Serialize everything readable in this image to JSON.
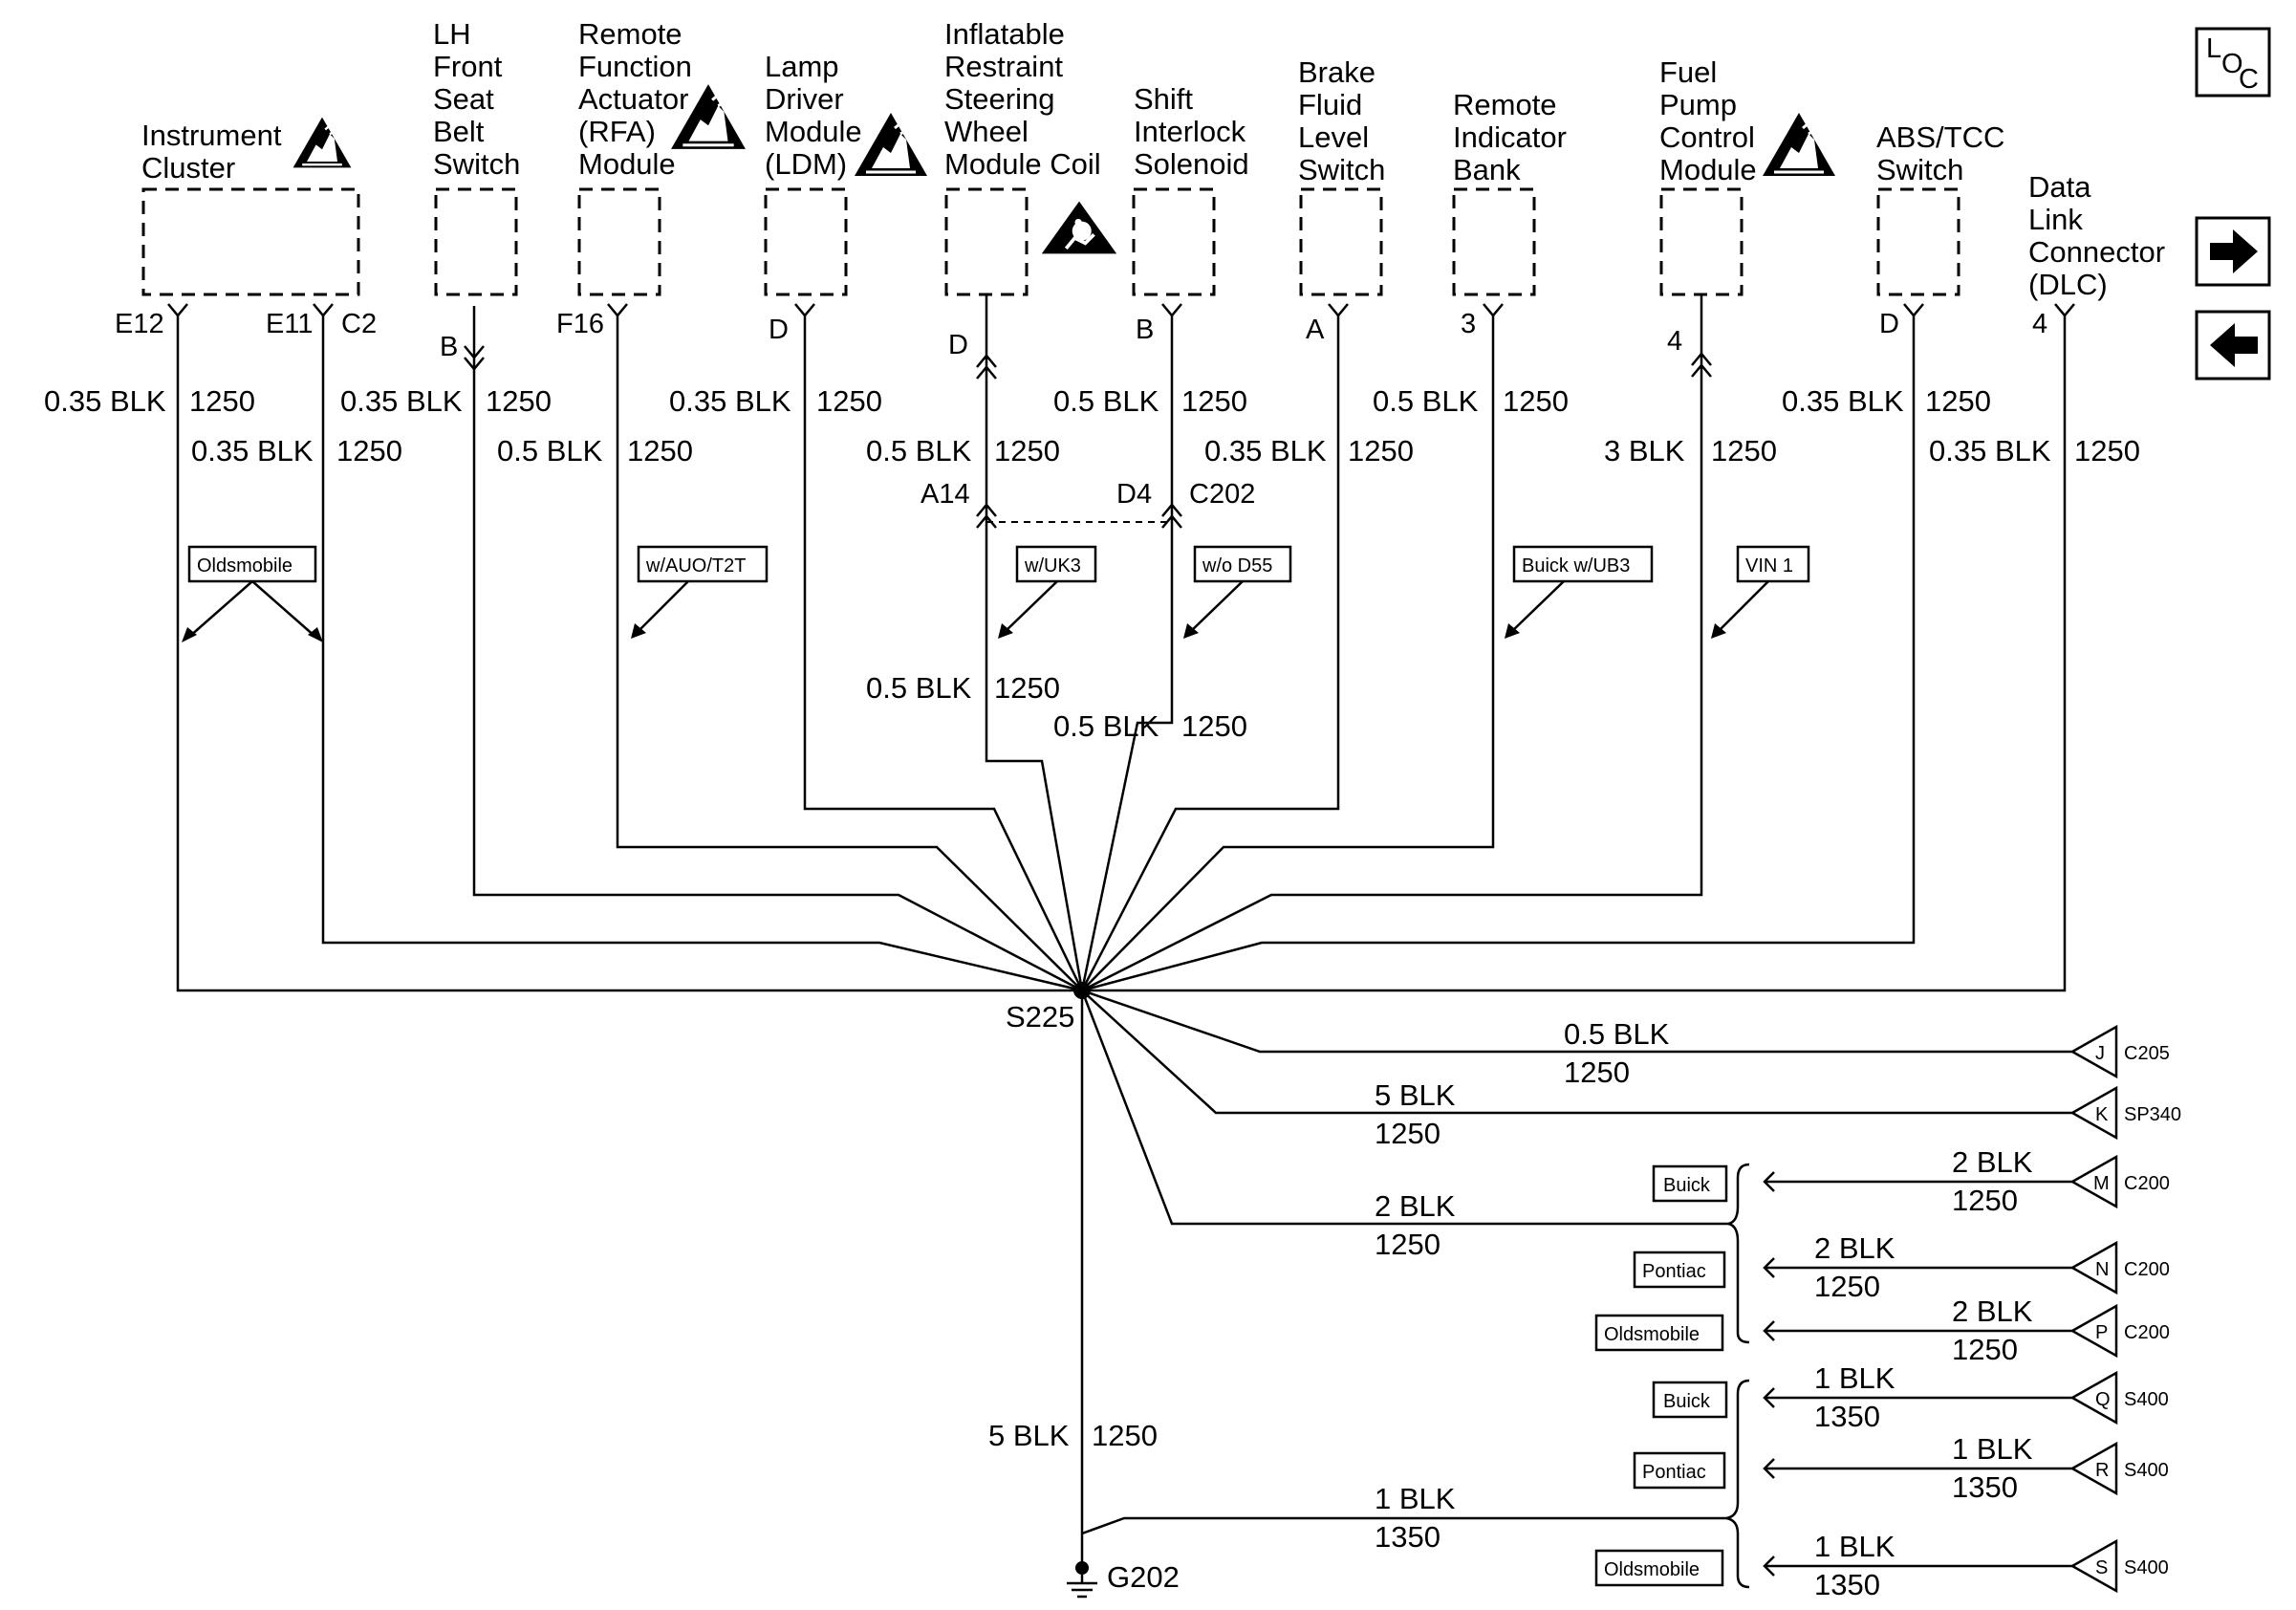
{
  "loc_button": {
    "l": "L",
    "o": "O",
    "c": "C"
  },
  "nav": {
    "forward": "forward-arrow-icon",
    "back": "back-arrow-icon"
  },
  "components": {
    "instrument_cluster": [
      "Instrument",
      "Cluster"
    ],
    "lh_seat_belt": [
      "LH",
      "Front",
      "Seat",
      "Belt",
      "Switch"
    ],
    "rfa": [
      "Remote",
      "Function",
      "Actuator",
      "(RFA)",
      "Module"
    ],
    "ldm": [
      "Lamp",
      "Driver",
      "Module",
      "(LDM)"
    ],
    "airbag_coil": [
      "Inflatable",
      "Restraint",
      "Steering",
      "Wheel",
      "Module Coil"
    ],
    "shift_interlock": [
      "Shift",
      "Interlock",
      "Solenoid"
    ],
    "brake_fluid": [
      "Brake",
      "Fluid",
      "Level",
      "Switch"
    ],
    "remote_indicator": [
      "Remote",
      "Indicator",
      "Bank"
    ],
    "fuel_pump": [
      "Fuel",
      "Pump",
      "Control",
      "Module"
    ],
    "abs_tcc": [
      "ABS/TCC",
      "Switch"
    ],
    "dlc": [
      "Data",
      "Link",
      "Connector",
      "(DLC)"
    ]
  },
  "pins": {
    "e12": "E12",
    "e11": "E11",
    "c2": "C2",
    "lh_b": "B",
    "f16": "F16",
    "ldm_d": "D",
    "coil_d": "D",
    "shift_b": "B",
    "brake_a": "A",
    "remote_3": "3",
    "fuel_4": "4",
    "abs_d": "D",
    "dlc_4": "4",
    "a14": "A14",
    "d4": "D4",
    "c202": "C202"
  },
  "wires": {
    "ic_e12": [
      "0.35 BLK",
      "1250"
    ],
    "ic_c2": [
      "0.35 BLK",
      "1250"
    ],
    "lh": [
      "0.35 BLK",
      "1250"
    ],
    "rfa": [
      "0.5 BLK",
      "1250"
    ],
    "ldm": [
      "0.35 BLK",
      "1250"
    ],
    "coil_upper": [
      "0.5 BLK",
      "1250"
    ],
    "coil_lower": [
      "0.5 BLK",
      "1250"
    ],
    "shift_upper": [
      "0.5 BLK",
      "1250"
    ],
    "shift_lower": [
      "0.5 BLK",
      "1250"
    ],
    "brake": [
      "0.35 BLK",
      "1250"
    ],
    "remote": [
      "0.5 BLK",
      "1250"
    ],
    "fuel": [
      "3 BLK",
      "1250"
    ],
    "abs": [
      "0.35 BLK",
      "1250"
    ],
    "dlc": [
      "0.35 BLK",
      "1250"
    ],
    "c205": [
      "0.5 BLK",
      "1250"
    ],
    "sp340": [
      "5 BLK",
      "1250"
    ],
    "c200_main": [
      "2 BLK",
      "1250"
    ],
    "c200_m": [
      "2 BLK",
      "1250"
    ],
    "c200_n": [
      "2 BLK",
      "1250"
    ],
    "c200_p": [
      "2 BLK",
      "1250"
    ],
    "g202": [
      "5 BLK",
      "1250"
    ],
    "s400_main": [
      "1 BLK",
      "1350"
    ],
    "s400_q": [
      "1 BLK",
      "1350"
    ],
    "s400_r": [
      "1 BLK",
      "1350"
    ],
    "s400_s": [
      "1 BLK",
      "1350"
    ]
  },
  "options": {
    "oldsmobile_top": "Oldsmobile",
    "auo": "w/AUO/T2T",
    "uk3": "w/UK3",
    "d55": "w/o D55",
    "buick_ub3": "Buick w/UB3",
    "vin1": "VIN 1",
    "buick_1": "Buick",
    "pontiac_1": "Pontiac",
    "oldsmobile_1": "Oldsmobile",
    "buick_2": "Buick",
    "pontiac_2": "Pontiac",
    "oldsmobile_2": "Oldsmobile"
  },
  "connectors": {
    "c205": {
      "pin": "J",
      "name": "C205"
    },
    "sp340": {
      "pin": "K",
      "name": "SP340"
    },
    "c200_m": {
      "pin": "M",
      "name": "C200"
    },
    "c200_n": {
      "pin": "N",
      "name": "C200"
    },
    "c200_p": {
      "pin": "P",
      "name": "C200"
    },
    "s400_q": {
      "pin": "Q",
      "name": "S400"
    },
    "s400_r": {
      "pin": "R",
      "name": "S400"
    },
    "s400_s": {
      "pin": "S",
      "name": "S400"
    }
  },
  "splice": "S225",
  "ground": "G202"
}
